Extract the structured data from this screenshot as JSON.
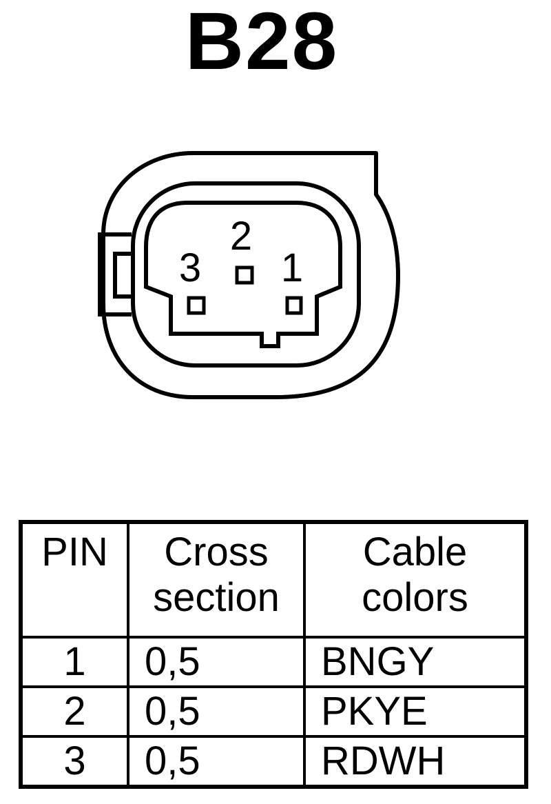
{
  "title": "B28",
  "connector": {
    "pin_labels": [
      "1",
      "2",
      "3"
    ]
  },
  "table": {
    "headers": {
      "pin": "PIN",
      "cross_section": [
        "Cross",
        "section"
      ],
      "cable_colors": [
        "Cable",
        "colors"
      ]
    },
    "rows": [
      {
        "pin": "1",
        "cross_section": "0,5",
        "cable_color": "BNGY"
      },
      {
        "pin": "2",
        "cross_section": "0,5",
        "cable_color": "PKYE"
      },
      {
        "pin": "3",
        "cross_section": "0,5",
        "cable_color": "RDWH"
      }
    ]
  }
}
